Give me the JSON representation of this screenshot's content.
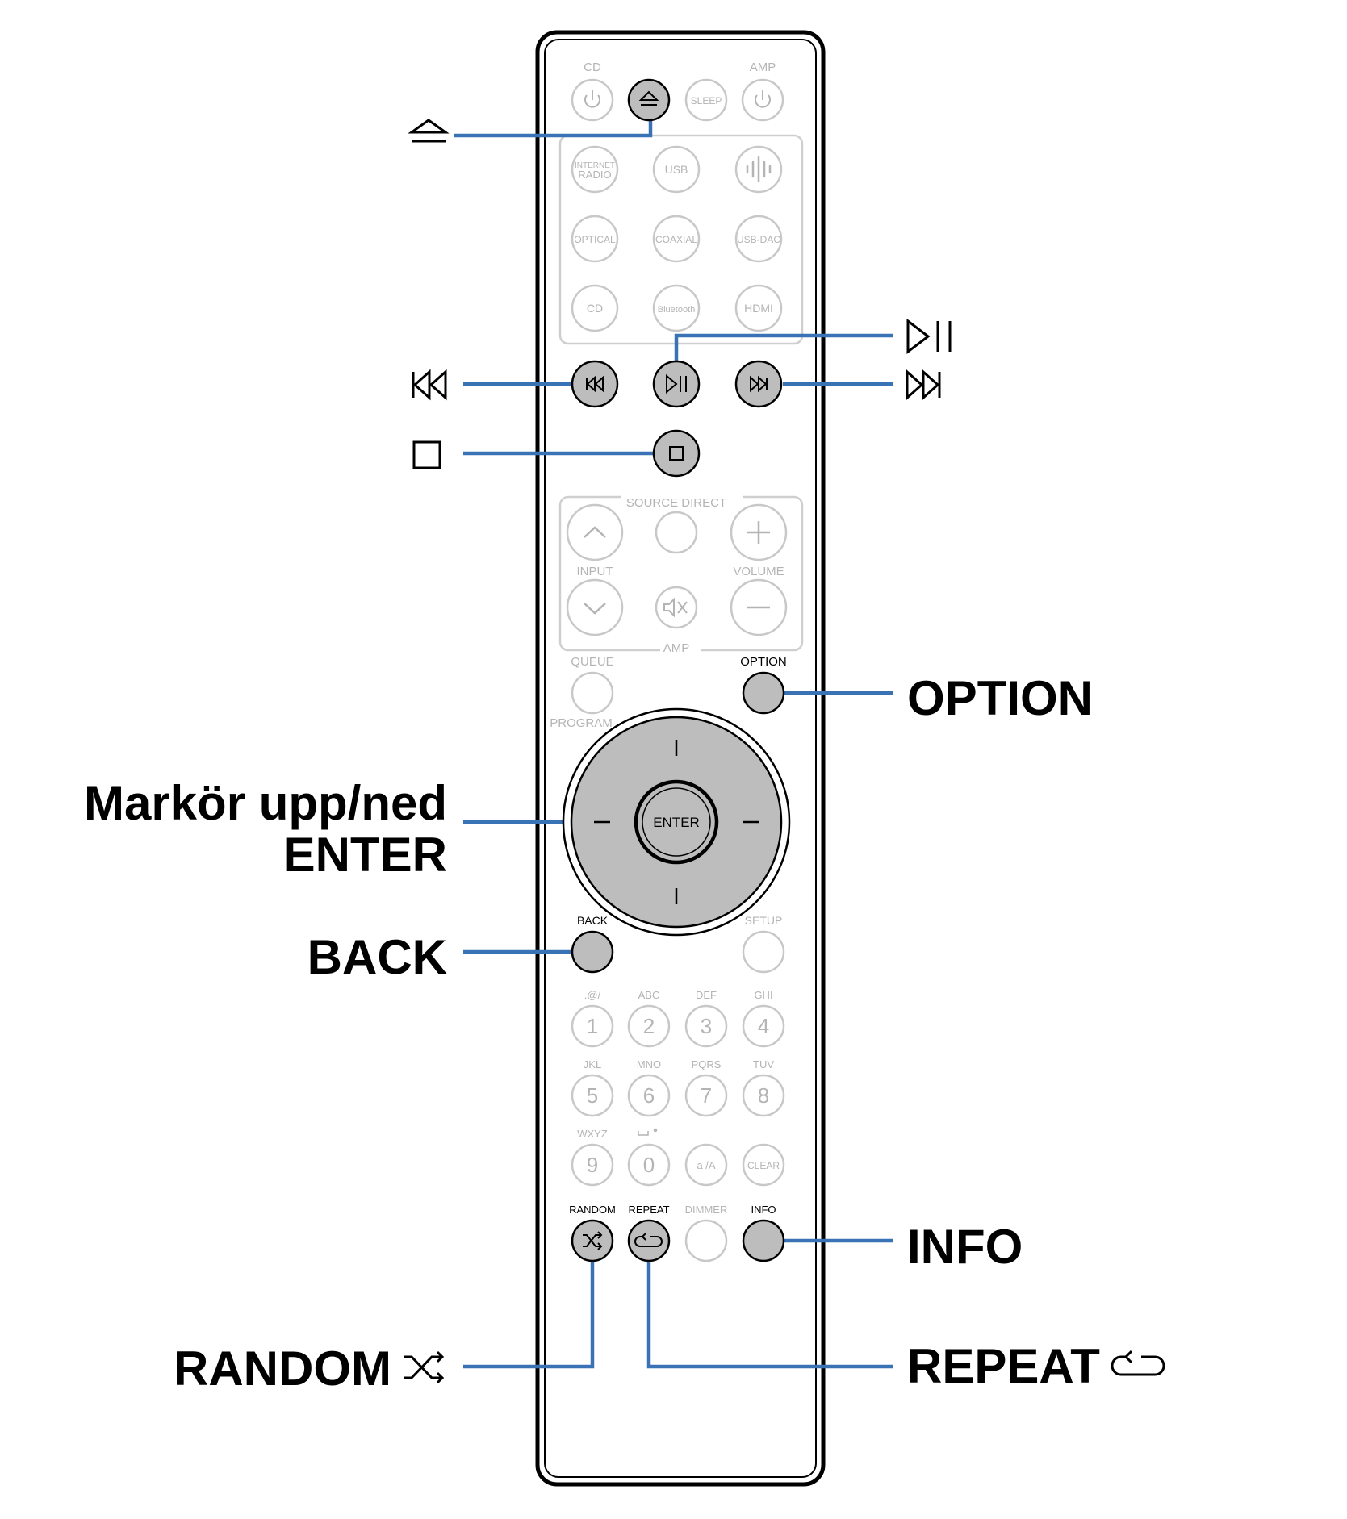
{
  "remote": {
    "top": {
      "cd": "CD",
      "amp": "AMP",
      "sleep": "SLEEP"
    },
    "sources": {
      "internet_radio_1": "INTERNET",
      "internet_radio_2": "RADIO",
      "usb": "USB",
      "optical": "OPTICAL",
      "coaxial": "COAXIAL",
      "usb_dac": "USB-DAC",
      "cd": "CD",
      "bluetooth": "Bluetooth",
      "hdmi": "HDMI"
    },
    "amp_panel": {
      "source_direct": "SOURCE DIRECT",
      "input": "INPUT",
      "volume": "VOLUME",
      "amp": "AMP"
    },
    "queue": "QUEUE",
    "program": "PROGRAM",
    "option": "OPTION",
    "enter": "ENTER",
    "back": "BACK",
    "setup": "SETUP",
    "keypad_letters": [
      ".@/",
      "ABC",
      "DEF",
      "GHI",
      "JKL",
      "MNO",
      "PQRS",
      "TUV",
      "WXYZ"
    ],
    "keypad_digits": [
      "1",
      "2",
      "3",
      "4",
      "5",
      "6",
      "7",
      "8",
      "9",
      "0"
    ],
    "case_key": "a /A",
    "clear": "CLEAR",
    "bottom": {
      "random": "RANDOM",
      "repeat": "REPEAT",
      "dimmer": "DIMMER",
      "info": "INFO"
    }
  },
  "callouts": {
    "option": "OPTION",
    "cursor_line1": "Markör upp/ned",
    "cursor_line2": "ENTER",
    "back": "BACK",
    "info": "INFO",
    "random": "RANDOM",
    "repeat": "REPEAT"
  },
  "icons": {
    "eject": "eject-icon",
    "previous": "skip-previous-icon",
    "play_pause": "play-pause-icon",
    "next": "skip-next-icon",
    "stop": "stop-icon",
    "shuffle": "shuffle-icon",
    "repeat": "repeat-icon",
    "power": "power-icon",
    "heos": "heos-icon",
    "mute": "mute-icon"
  },
  "colors": {
    "callout_line": "#3a73b5",
    "highlight_button": "#bdbdbd",
    "faded_stroke": "#c8c8c8",
    "faded_text": "#b4b4b4"
  }
}
